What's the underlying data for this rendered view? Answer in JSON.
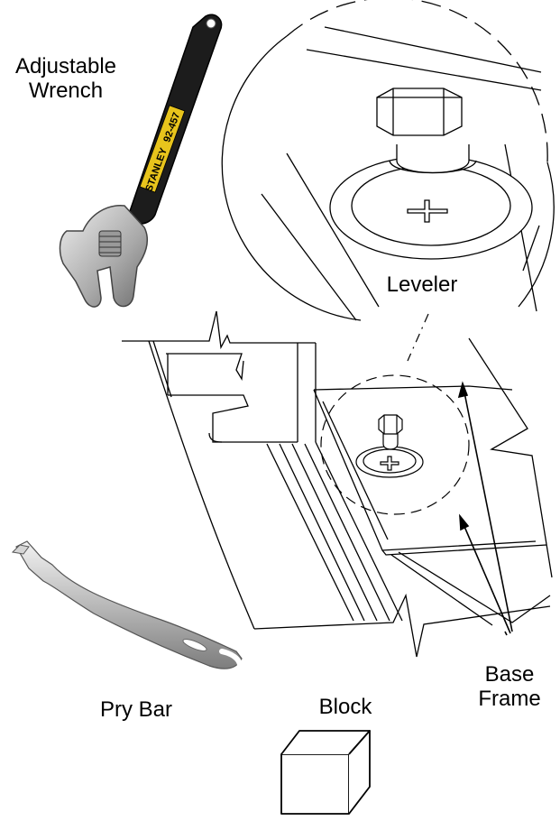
{
  "labels": {
    "wrench_line1": "Adjustable",
    "wrench_line2": "Wrench",
    "leveler": "Leveler",
    "pry_bar": "Pry Bar",
    "block": "Block",
    "base_line1": "Base",
    "base_line2": "Frame"
  },
  "wrench_brand": "STANLEY",
  "wrench_model": "92-457",
  "colors": {
    "line": "#000000",
    "wrench_handle": "#1a1a1a",
    "wrench_label": "#e8c41c",
    "metal": "#c8c8c8",
    "metal_dark": "#8a8a8a"
  }
}
